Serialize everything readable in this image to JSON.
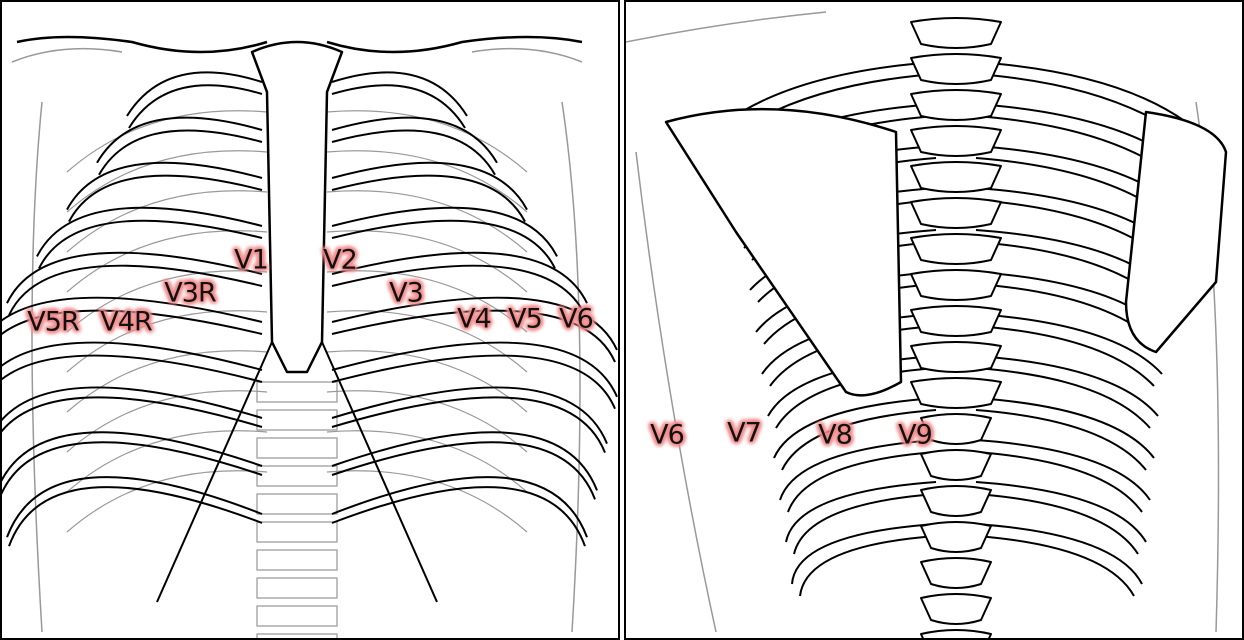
{
  "front_view": {
    "labels": [
      {
        "id": "v1",
        "text": "V1"
      },
      {
        "id": "v2",
        "text": "V2"
      },
      {
        "id": "v3r",
        "text": "V3R"
      },
      {
        "id": "v3",
        "text": "V3"
      },
      {
        "id": "v5r",
        "text": "V5R"
      },
      {
        "id": "v4r",
        "text": "V4R"
      },
      {
        "id": "v4",
        "text": "V4"
      },
      {
        "id": "v5",
        "text": "V5"
      },
      {
        "id": "v6",
        "text": "V6"
      }
    ]
  },
  "back_view": {
    "labels": [
      {
        "id": "v6",
        "text": "V6"
      },
      {
        "id": "v7",
        "text": "V7"
      },
      {
        "id": "v8",
        "text": "V8"
      },
      {
        "id": "v9",
        "text": "V9"
      }
    ]
  },
  "colors": {
    "label_glow": "#f08a8a",
    "line": "#000000",
    "faint_line": "#888888"
  }
}
